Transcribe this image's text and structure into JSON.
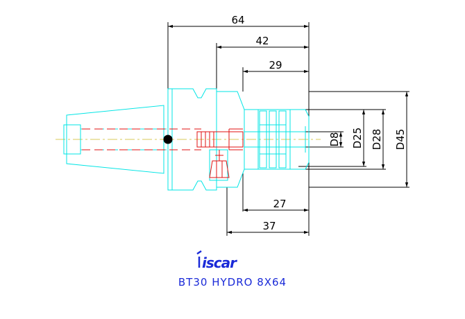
{
  "dimensions": {
    "total_length": "64",
    "length_42": "42",
    "length_29": "29",
    "length_27": "27",
    "length_37": "37",
    "d8": "D8",
    "d25": "D25",
    "d28": "D28",
    "d45": "D45"
  },
  "brand": {
    "logo_text": "iscar"
  },
  "caption": "BT30 HYDRO 8X64",
  "colors": {
    "outline": "#00e5e5",
    "holder_cyan": "#22cccc",
    "coolant_red": "#e01010",
    "dimension_line": "#000000",
    "logo_blue": "#1a2ad8",
    "centerline": "#d8c85a"
  }
}
